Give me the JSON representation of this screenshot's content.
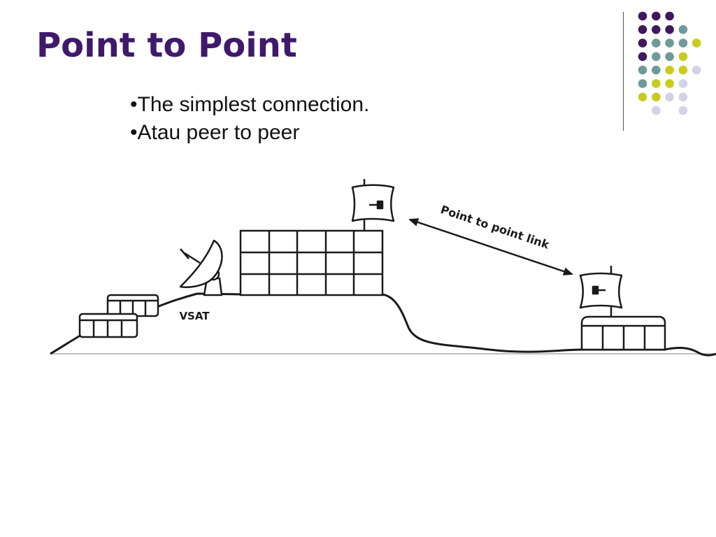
{
  "slide": {
    "title": "Point to Point",
    "bullets": [
      "•The simplest connection.",
      "•Atau peer to peer"
    ]
  },
  "diagram": {
    "vsat_label": "VSAT",
    "link_label": "Point to point link"
  },
  "colors": {
    "title": "#3f1a6b",
    "dot_purple": "#41175e",
    "dot_teal": "#6f9a9a",
    "dot_yellow": "#c8cc1e",
    "dot_lavender": "#d3d3e6",
    "line": "#1a1a1a"
  },
  "decor_dots": [
    [
      "purple",
      "purple",
      "purple",
      null,
      null
    ],
    [
      "purple",
      "purple",
      "purple",
      "teal",
      null
    ],
    [
      "purple",
      "teal",
      "teal",
      "teal",
      "yellow"
    ],
    [
      "purple",
      "teal",
      "teal",
      "yellow",
      null
    ],
    [
      "teal",
      "teal",
      "yellow",
      "yellow",
      "lavender"
    ],
    [
      "teal",
      "yellow",
      "yellow",
      "lavender",
      null
    ],
    [
      "yellow",
      "yellow",
      "lavender",
      "lavender",
      null
    ],
    [
      null,
      "lavender",
      null,
      "lavender",
      null
    ]
  ]
}
